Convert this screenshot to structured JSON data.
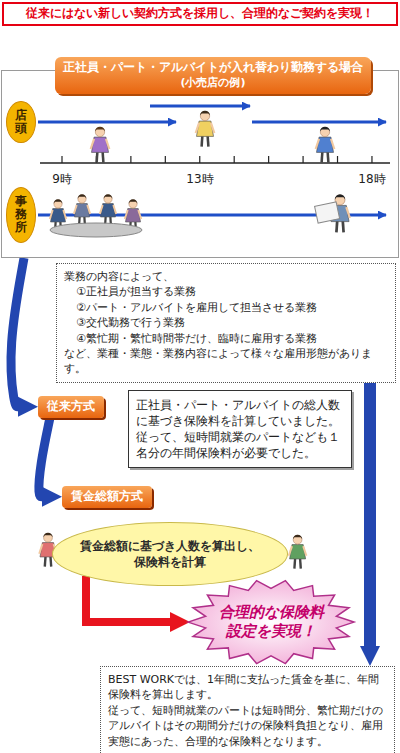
{
  "diagram": {
    "title": "従来にはない新しい契約方式を採用し、合理的なご契約を実現！",
    "nodes": [
      {
        "text": [
          "正社員・パート・アルバイトが入れ替わり勤務する場合",
          "(小売店の例)"
        ]
      },
      {
        "text": [
          "店頭"
        ],
        "in": 0
      },
      {
        "text": [
          "事務所"
        ],
        "in": 0
      },
      {
        "text": [
          "業務の内容によって、",
          "①正社員が担当する業務",
          "②パート・アルバイトを雇用して担当させる業務",
          "③交代勤務で行う業務",
          "④繁忙期・繁忙時間帯だけ、臨時に雇用する業務",
          "など、業種・業態・業務内容によって様々な雇用形態があります。"
        ]
      },
      {
        "text": [
          "従来方式"
        ]
      },
      {
        "text": [
          "正社員・パート・アルバイトの総人数に基づき保険料を計算していました。",
          "従って、短時間就業のパートなども１名分の年間保険料が必要でした。"
        ]
      },
      {
        "text": [
          "賃金総額方式"
        ]
      },
      {
        "text": [
          "賃金総額に基づき人数を算出し、",
          "保険料を計算"
        ]
      },
      {
        "text": [
          "合理的な保険料",
          "設定を実現！"
        ]
      },
      {
        "text": [
          "BEST WORKでは、1年間に支払った賃金を基に、年間保険料を算出します。",
          "従って、短時間就業のパートは短時間分、繁忙期だけのアルバイトはその期間分だけの保険料負担となり、雇用実態にあった、合理的な保険料となります。"
        ]
      }
    ],
    "edges": [
      {
        "from": 0,
        "to": 4,
        "arrow": "to"
      },
      {
        "from": 4,
        "to": 6,
        "arrow": "to"
      },
      {
        "from": 3,
        "to": 9,
        "arrow": "to"
      },
      {
        "from": 7,
        "to": 8,
        "arrow": "to"
      }
    ],
    "labels": [
      "9時",
      "13時",
      "18時"
    ]
  }
}
